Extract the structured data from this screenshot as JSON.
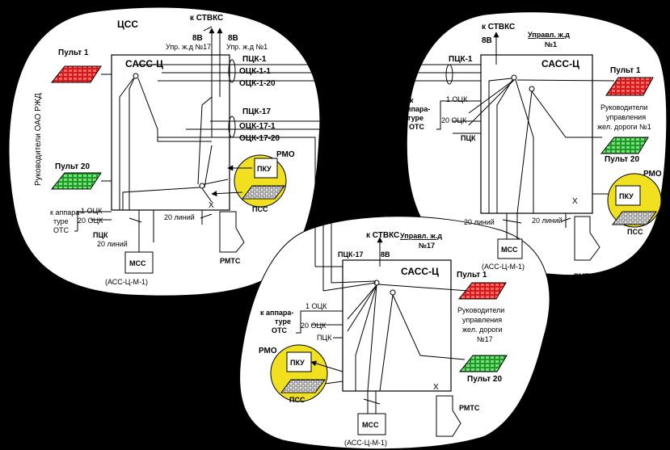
{
  "left": {
    "title": "ЦСС",
    "sass": "САСС-Ц",
    "stvks": "к СТВКС",
    "eightB": "8В",
    "upr17": "Упр. ж.д №17",
    "upr1": "Упр. ж.д №1",
    "lines": [
      "ПЦК-1",
      "ОЦК-1-1",
      "ОЦК-1-20",
      "ПЦК-17",
      "ОЦК-17-1",
      "ОЦК-17-20"
    ],
    "pult1": "Пульт 1",
    "pult20": "Пульт 20",
    "vertical_label": "Руководители ОАО РЖД",
    "pku": "ПКУ",
    "pss": "ПСС",
    "rmo": "РМО",
    "otc_ocks": [
      "1 ОЦК",
      "20 ОЦК"
    ],
    "otc_label": [
      "к аппара-",
      "туре",
      "ОТС"
    ],
    "pck": "ПЦК",
    "lines20a": "20 линий",
    "lines20b": "20 линий",
    "mss": "МСС",
    "mss_sub": "(АСС-Ц-М-1)",
    "rmts": "РМТС"
  },
  "right": {
    "upr": "Управл. ж.д",
    "upr_num": "№1",
    "stvks": "к СТВКС",
    "eightB": "8В",
    "sass": "САСС-Ц",
    "pck1": "ПЦК-1",
    "otc_label": [
      "к",
      "аппара-",
      "туре",
      "ОТС"
    ],
    "otc_ocks": [
      "1 ОЦК",
      "20 ОЦК"
    ],
    "pck": "ПЦК",
    "pult1": "Пульт 1",
    "rukovod": [
      "Руководители",
      "управления",
      "жел. дороги №1"
    ],
    "pult20": "Пульт 20",
    "rmo": "РМО",
    "pku": "ПКУ",
    "pss": "ПСС",
    "lines20a": "20 линий",
    "lines20b": "20 линий",
    "mss": "МСС",
    "mss_sub": "(АСС-Ц-М-1)",
    "rmts": "РМТС"
  },
  "bottom": {
    "stvks": "к СТВКС",
    "upr": "Управл. ж.д",
    "upr_num": "№17",
    "pck17": "ПЦК-17",
    "eightB": "8В",
    "sass": "САСС-Ц",
    "pult1": "Пульт 1",
    "otc_label": [
      "к аппара-",
      "туре",
      "ОТС"
    ],
    "otc_ocks": [
      "1 ОЦК",
      "20 ОЦК"
    ],
    "pck": "ПЦК",
    "rukovod": [
      "Руководители",
      "управления",
      "жел. дороги",
      "№17"
    ],
    "rmo": "РМО",
    "pku": "ПКУ",
    "pss": "ПСС",
    "pult20": "Пульт 20",
    "rmts": "РМТС",
    "mss": "МСС",
    "mss_sub": "(АСС-Ц-М-1)"
  },
  "colors": {
    "red_pult": "#e02020",
    "green_pult": "#30c040",
    "yellow": "#f0e020",
    "background": "#000000",
    "cloud": "#ffffff"
  }
}
